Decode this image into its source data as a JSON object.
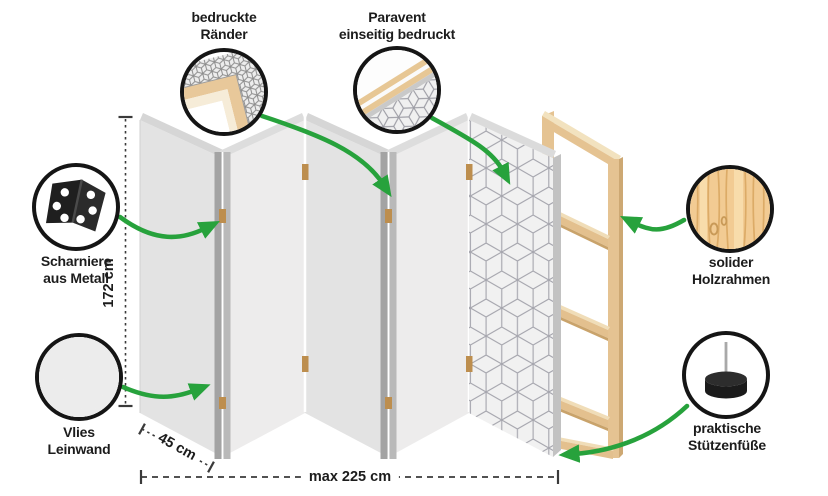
{
  "callouts": {
    "printed_edges": {
      "label": "bedruckte\nRänder",
      "icon": "printed-corner-icon"
    },
    "printed_one_side": {
      "label": "Paravent\neinseitig bedruckt",
      "icon": "panel-cross-section-icon"
    },
    "metal_hinges": {
      "label": "Scharniere\naus Metall",
      "icon": "metal-hinge-icon"
    },
    "fleece_canvas": {
      "label": "Vlies\nLeinwand",
      "icon": "canvas-texture-icon"
    },
    "wooden_frame": {
      "label": "solider\nHolzrahmen",
      "icon": "wood-texture-icon"
    },
    "support_feet": {
      "label": "praktische\nStützenfüße",
      "icon": "support-foot-icon"
    }
  },
  "dimensions": {
    "height": "172 cm",
    "panel_width": "45 cm",
    "max_total_width": "max 225 cm"
  },
  "colors": {
    "arrow_green": "#27a23c",
    "wood": "#e5c392",
    "wood_shadow": "#cda873",
    "panel_gray": "#e3e3e3",
    "pattern_line": "#a6a6ae",
    "outline_black": "#151515"
  }
}
